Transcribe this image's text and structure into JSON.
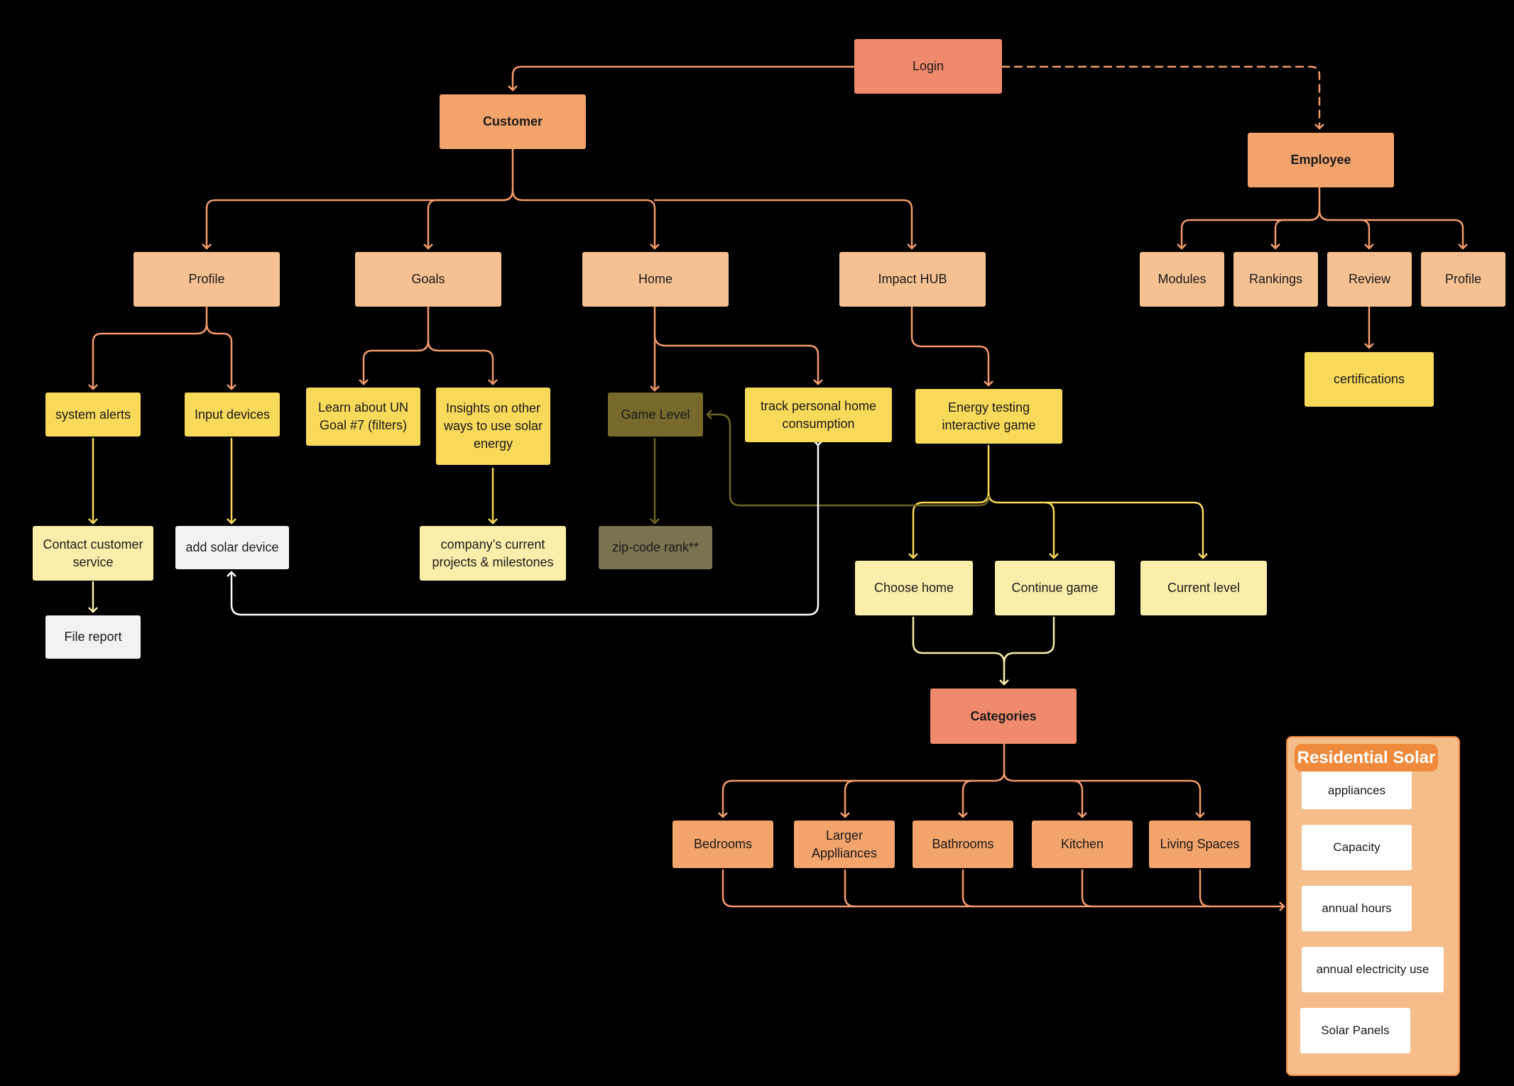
{
  "diagram": {
    "nodes": {
      "login": "Login",
      "customer": "Customer",
      "employee": "Employee",
      "profile": "Profile",
      "goals": "Goals",
      "home": "Home",
      "impact_hub": "Impact HUB",
      "modules": "Modules",
      "rankings": "Rankings",
      "review": "Review",
      "emp_profile": "Profile",
      "certifications": "certifications",
      "system_alerts": "system alerts",
      "input_devices": "Input devices",
      "learn_un": "Learn about UN\nGoal #7 (filters)",
      "insights": "Insights on other\nways to use solar\nenergy",
      "game_level": "Game Level",
      "track_consumption": "track personal home\nconsumption",
      "energy_game": "Energy testing\ninteractive game",
      "contact_service": "Contact customer\nservice",
      "add_solar_device": "add solar device",
      "company_projects": "company’s current\nprojects & milestones",
      "zip_rank": "zip-code rank**",
      "choose_home": "Choose home",
      "continue_game": "Continue game",
      "current_level": "Current level",
      "file_report": "File report",
      "categories": "Categories",
      "bedrooms": "Bedrooms",
      "larger_appliances": "Larger\nApplliances",
      "bathrooms": "Bathrooms",
      "kitchen": "Kitchen",
      "living_spaces": "Living Spaces"
    },
    "residential_panel": {
      "title": "Residential Solar",
      "items": [
        "appliances",
        "Capacity",
        "annual hours",
        "annual electricity use",
        "Solar Panels"
      ]
    },
    "colors": {
      "background": "#000000",
      "salmon": "#f08a6c",
      "orange": "#f3a36c",
      "peach": "#f5c192",
      "yellow": "#f8d95a",
      "light_yellow": "#fbeeab",
      "white": "#f2f2f2",
      "olive": "#776a2c",
      "olive_dim": "#7a7350",
      "edge_orange": "#f29a6b",
      "edge_yellow": "#f8d95a",
      "edge_light_yellow": "#fbeeab",
      "edge_white": "#ffffff",
      "edge_olive": "#6e6326",
      "panel_fill": "#f4bd8a",
      "panel_title": "#ef8a3c"
    }
  }
}
